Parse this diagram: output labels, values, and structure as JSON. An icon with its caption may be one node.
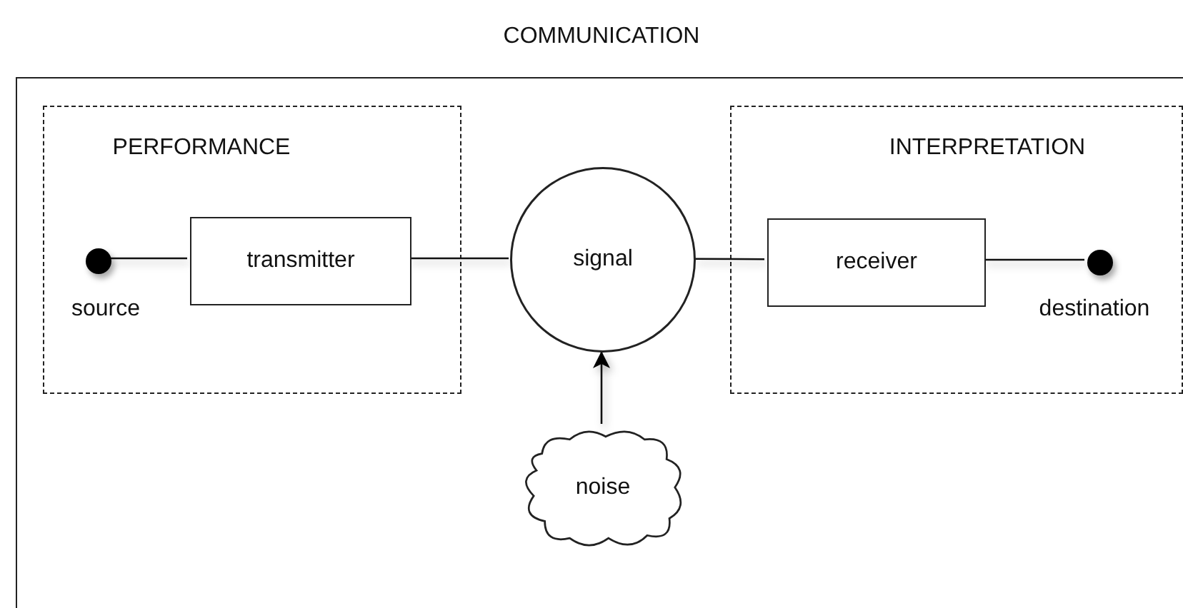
{
  "diagram": {
    "nodes": [
      {
        "text": [
          "COMMUNICATION"
        ]
      },
      {
        "text": [
          "PERFORMANCE"
        ],
        "in": 0
      },
      {
        "text": [],
        "shape": "circle",
        "beside": [
          "source"
        ],
        "in": 1
      },
      {
        "text": [
          "transmitter"
        ],
        "in": 1
      },
      {
        "text": [
          "signal"
        ],
        "in": 0
      },
      {
        "text": [
          "INTERPRETATION"
        ],
        "in": 0
      },
      {
        "text": [
          "receiver"
        ],
        "in": 5
      },
      {
        "text": [],
        "shape": "circle",
        "beside": [
          "destination"
        ],
        "in": 5
      },
      {
        "text": [
          "noise"
        ],
        "in": 0
      }
    ],
    "edges": [
      {
        "from": 2,
        "to": 3,
        "arrow": "none"
      },
      {
        "from": 3,
        "to": 4,
        "arrow": "none"
      },
      {
        "from": 4,
        "to": 6,
        "arrow": "none"
      },
      {
        "from": 6,
        "to": 7,
        "arrow": "none"
      },
      {
        "from": 8,
        "to": 4,
        "arrow": "to"
      }
    ]
  }
}
